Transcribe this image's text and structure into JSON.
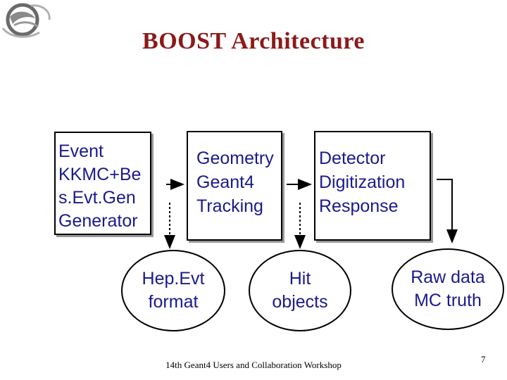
{
  "title": "BOOST Architecture",
  "boxes": {
    "event": [
      "Event",
      "KKMC+Be",
      "s.Evt.Gen",
      "Generator"
    ],
    "geometry": [
      "Geometry",
      "Geant4",
      "Tracking"
    ],
    "detector": [
      "Detector",
      "Digitization",
      "Response"
    ]
  },
  "outputs": {
    "hepevt": [
      "Hep.Evt",
      "format"
    ],
    "hit": [
      "Hit",
      "objects"
    ],
    "raw": [
      "Raw data",
      "MC truth"
    ]
  },
  "footer": "14th Geant4 Users and Collaboration Workshop",
  "page_number": "7",
  "colors": {
    "title": "#8b1a1a",
    "text": "#1a1a8c"
  },
  "icons": {
    "logo": "institute-logo-icon"
  }
}
